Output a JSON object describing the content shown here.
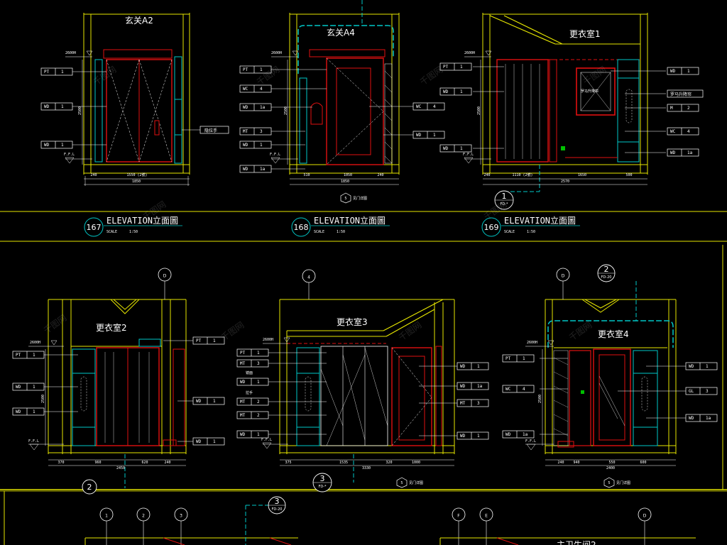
{
  "top_row": {
    "views": [
      {
        "id": "167",
        "room_label": "玄关A2",
        "level": "2600H",
        "ffl": "F.F.L",
        "left_tags": [
          [
            "PT",
            "1"
          ],
          [
            "WD",
            "1"
          ],
          [
            "WD",
            "1"
          ]
        ],
        "right_tags": [],
        "note": "隐拉手",
        "dims_top": [
          "240",
          "1550 (2號)"
        ],
        "dims_bottom": "1850",
        "height_dim": "2500",
        "elevation_label": "ELEVATION立面圖",
        "scale_label": "SCALE",
        "scale_value": "1:50"
      },
      {
        "id": "168",
        "room_label": "玄关A4",
        "level": "2600H",
        "ffl": "F.F.L",
        "left_tags": [
          [
            "PT",
            "1"
          ],
          [
            "WC",
            "4"
          ],
          [
            "WD",
            "1a"
          ],
          [
            "MT",
            "3"
          ],
          [
            "WD",
            "1"
          ],
          [
            "WD",
            "1a"
          ]
        ],
        "right_tags": [
          [
            "WC",
            "4"
          ],
          [
            "WD",
            "1"
          ]
        ],
        "dims_top": [
          "510",
          "1050",
          "240"
        ],
        "dims_bottom": "1850",
        "height_dim": "2500",
        "door_note_num": "5",
        "door_note": "见门详图",
        "elevation_label": "ELEVATION立面圖",
        "scale_label": "SCALE",
        "scale_value": "1:50"
      },
      {
        "id": "169",
        "room_label": "更衣室1",
        "level": "2600H",
        "ffl": "F.F.L",
        "left_tags": [
          [
            "PT",
            "1"
          ],
          [
            "WD",
            "1"
          ],
          [
            "WD",
            "1"
          ]
        ],
        "right_tags": [
          [
            "WD",
            "1"
          ],
          [
            "WD",
            "1"
          ],
          [
            "M",
            "2"
          ],
          [
            "WC",
            "4"
          ],
          [
            "WD",
            "1a"
          ]
        ],
        "note": "罗马升降帘",
        "inner_note": "罗马升降帘",
        "dims_top": [
          "240",
          "1110 (2號)",
          "1650",
          "500"
        ],
        "dims_bottom": "2570",
        "height_dim": "2500",
        "callout_num": "1",
        "callout_ref": "FD-*",
        "elevation_label": "ELEVATION立面圖",
        "scale_label": "SCALE",
        "scale_value": "1:50"
      }
    ]
  },
  "middle_row": {
    "views": [
      {
        "room_label": "更衣室2",
        "grid": "D",
        "level": "2600H",
        "ffl": "F.F.L",
        "left_tags": [
          [
            "PT",
            "1"
          ],
          [
            "WD",
            "1"
          ],
          [
            "WD",
            "1"
          ]
        ],
        "right_tags": [
          [
            "PT",
            "1"
          ],
          [
            "WD",
            "1"
          ],
          [
            "WD",
            "1"
          ]
        ],
        "dims_top": [
          "370",
          "960",
          "620",
          "240"
        ],
        "dims_bottom": "2450",
        "height_dim": "2500",
        "callout_num": "2"
      },
      {
        "room_label": "更衣室3",
        "grid": "4",
        "level": "2600H",
        "ffl": "F.F.L",
        "left_tags": [
          [
            "PT",
            "1"
          ],
          [
            "MT",
            "3"
          ],
          [
            "WD",
            "1"
          ],
          [
            "MT",
            "2"
          ],
          [
            "MT",
            "2"
          ],
          [
            "WD",
            "1"
          ]
        ],
        "left_notes": [
          "镜面",
          "拉手"
        ],
        "right_tags": [
          [
            "WD",
            "1"
          ],
          [
            "WD",
            "1a"
          ],
          [
            "MT",
            "3"
          ],
          [
            "WD",
            "1"
          ]
        ],
        "dims_top": [
          "375",
          "1535",
          "320",
          "1000"
        ],
        "dims_bottom": "3330",
        "callout_num": "3",
        "callout_ref": "FD-*",
        "door_note_num": "5",
        "door_note": "见门详图"
      },
      {
        "room_label": "更衣室4",
        "grid": "D",
        "level": "2600H",
        "ffl": "F.F.L",
        "left_tags": [
          [
            "PT",
            "1"
          ],
          [
            "WC",
            "4"
          ],
          [
            "WD",
            "1a"
          ]
        ],
        "right_tags": [
          [
            "WD",
            "1"
          ],
          [
            "GL",
            "3"
          ],
          [
            "WD",
            "1a"
          ]
        ],
        "dims_top": [
          "240",
          "940",
          "550",
          "600"
        ],
        "dims_bottom": "2400",
        "height_dim": "2500",
        "callout_num": "2",
        "callout_ref": "FD-20",
        "door_note_num": "5",
        "door_note": "见门详图"
      }
    ]
  },
  "bottom_row": {
    "grid_left": [
      "1",
      "2",
      "3"
    ],
    "grid_right": [
      "F",
      "E",
      "D"
    ],
    "callout_num": "3",
    "callout_ref": "FD-20",
    "room_label_partial": "主卫生间2"
  },
  "watermark": "千图网",
  "colors": {
    "background": "#000000",
    "line_yellow": "#e6e600",
    "line_cyan": "#00c8c8",
    "line_red": "#e01010",
    "line_white": "#ffffff",
    "line_green": "#00c000"
  }
}
